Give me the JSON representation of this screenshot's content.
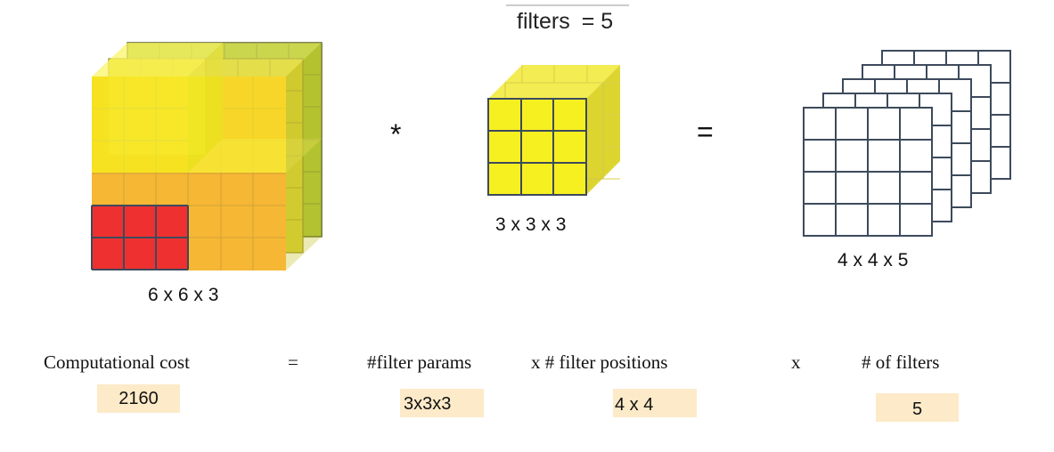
{
  "header": {
    "filters_label": "filters",
    "filters_value": "= 5"
  },
  "input_volume": {
    "label": "6 x 6 x 3"
  },
  "operators": {
    "convolve": "*",
    "equals": "="
  },
  "filter_volume": {
    "label": "3 x 3 x 3"
  },
  "output_volume": {
    "label": "4 x 4 x 5"
  },
  "cost_table": {
    "headers": {
      "cost": "Computational cost",
      "equals": "=",
      "params": "#filter params",
      "positions": "x # filter positions",
      "times": "x",
      "filters": "# of filters"
    },
    "values": {
      "cost": "2160",
      "params": "3x3x3",
      "positions": "4 x 4",
      "filters": "5"
    }
  },
  "colors": {
    "yellow": "#f7f020",
    "orange": "#f6b734",
    "red": "#ee3030",
    "olive": "#a8c235",
    "grid_blue": "#3d4a5c",
    "value_box": "#fdeac8"
  }
}
